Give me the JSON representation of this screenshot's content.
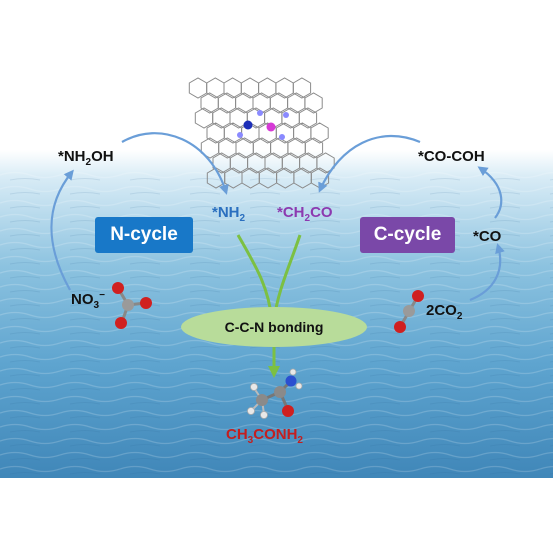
{
  "labels": {
    "nh2oh": {
      "pre": "*NH",
      "sub": "2",
      "post": "OH"
    },
    "nh2": {
      "pre": "*NH",
      "sub": "2"
    },
    "ch2co": {
      "pre": "*CH",
      "sub": "2",
      "post": "CO"
    },
    "co_coh": "*CO-COH",
    "co": "*CO",
    "no3": {
      "pre": "NO",
      "sub": "3",
      "sup": "−"
    },
    "co2": {
      "pre": "2CO",
      "sub": "2"
    },
    "bonding": "C-C-N bonding",
    "product": {
      "a": "CH",
      "s1": "3",
      "b": "CONH",
      "s2": "2"
    }
  },
  "boxes": {
    "n_cycle": "N-cycle",
    "c_cycle": "C-cycle"
  },
  "colors": {
    "n_cycle_box": "#1878c8",
    "c_cycle_box": "#7a48a8",
    "nh2_text": "#2a6fbf",
    "ch2co_text": "#8c3ab0",
    "product_text": "#c41e1e",
    "arrow_blue": "#6a9ed8",
    "arrow_green": "#7cc043",
    "ellipse": "#b8dc9a"
  }
}
